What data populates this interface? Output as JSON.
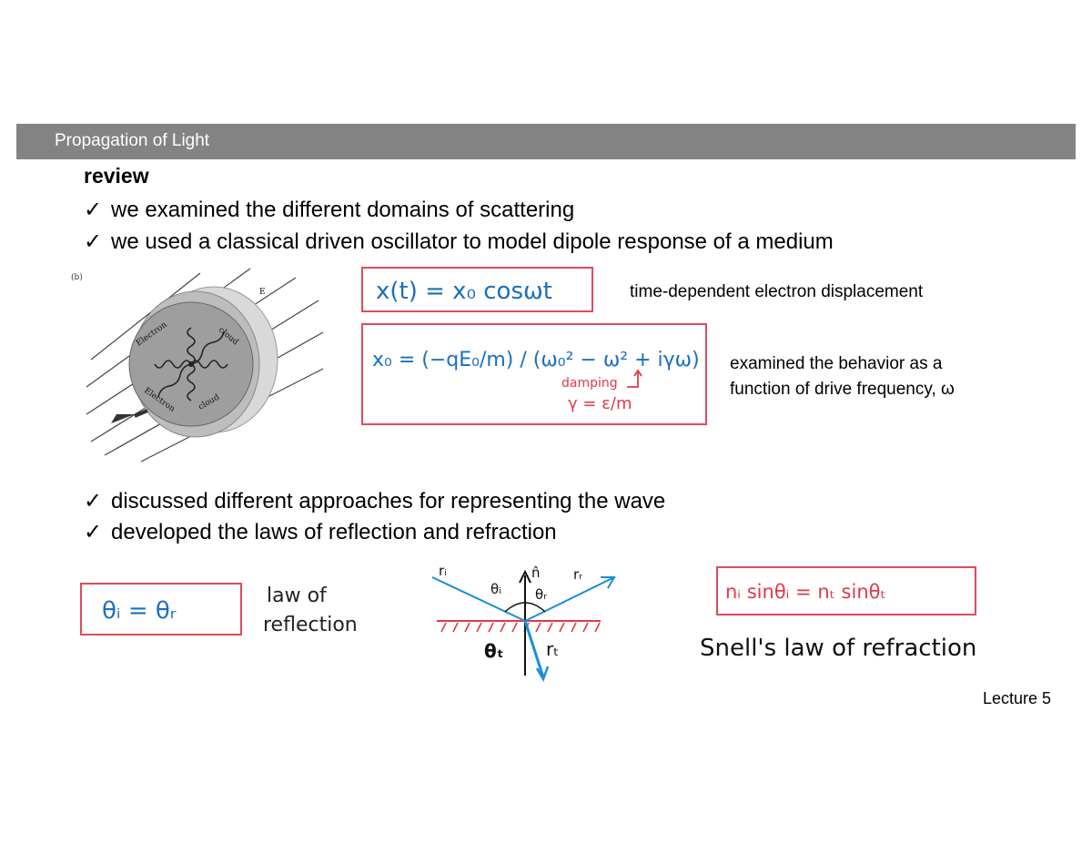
{
  "header": {
    "title": "Propagation of Light"
  },
  "review": {
    "title": "review",
    "check_symbol": "✓",
    "bullets_top": [
      "we examined the different domains of scattering",
      "we used a classical driven oscillator to model dipole response of a medium"
    ],
    "bullets_bottom": [
      "discussed different approaches for representing the wave",
      "developed the laws of reflection and refraction"
    ]
  },
  "figure": {
    "panel_label": "(b)",
    "cloud_labels": [
      "Electron",
      "cloud",
      "Electron",
      "cloud"
    ],
    "field_label": "E"
  },
  "equations": {
    "displacement": "x(t) = x₀ cosωt",
    "amplitude": "x₀ = (−qE₀/m) / (ω₀² − ω² + iγω)",
    "damping_label": "damping",
    "damping_def": "γ = ε/m",
    "reflection": "θᵢ = θᵣ",
    "snell": "nᵢ sinθᵢ = nₜ sinθₜ"
  },
  "notes": {
    "displacement": "time-dependent electron displacement",
    "frequency_line1": "examined the behavior as a",
    "frequency_line2": "function of drive frequency, ω",
    "reflection_line1": "law of",
    "reflection_line2": "reflection",
    "snell": "Snell's law of refraction"
  },
  "ray_diagram": {
    "ri": "rᵢ",
    "rr": "rᵣ",
    "rt": "rₜ",
    "theta_i": "θᵢ",
    "theta_r": "θᵣ",
    "theta_t": "θₜ",
    "normal": "n̂"
  },
  "footer": {
    "label": "Lecture 5"
  },
  "colors": {
    "header": "#838383",
    "box": "#e04a5b",
    "ray": "#1a8fd6",
    "hand_red": "#e03a4a"
  }
}
